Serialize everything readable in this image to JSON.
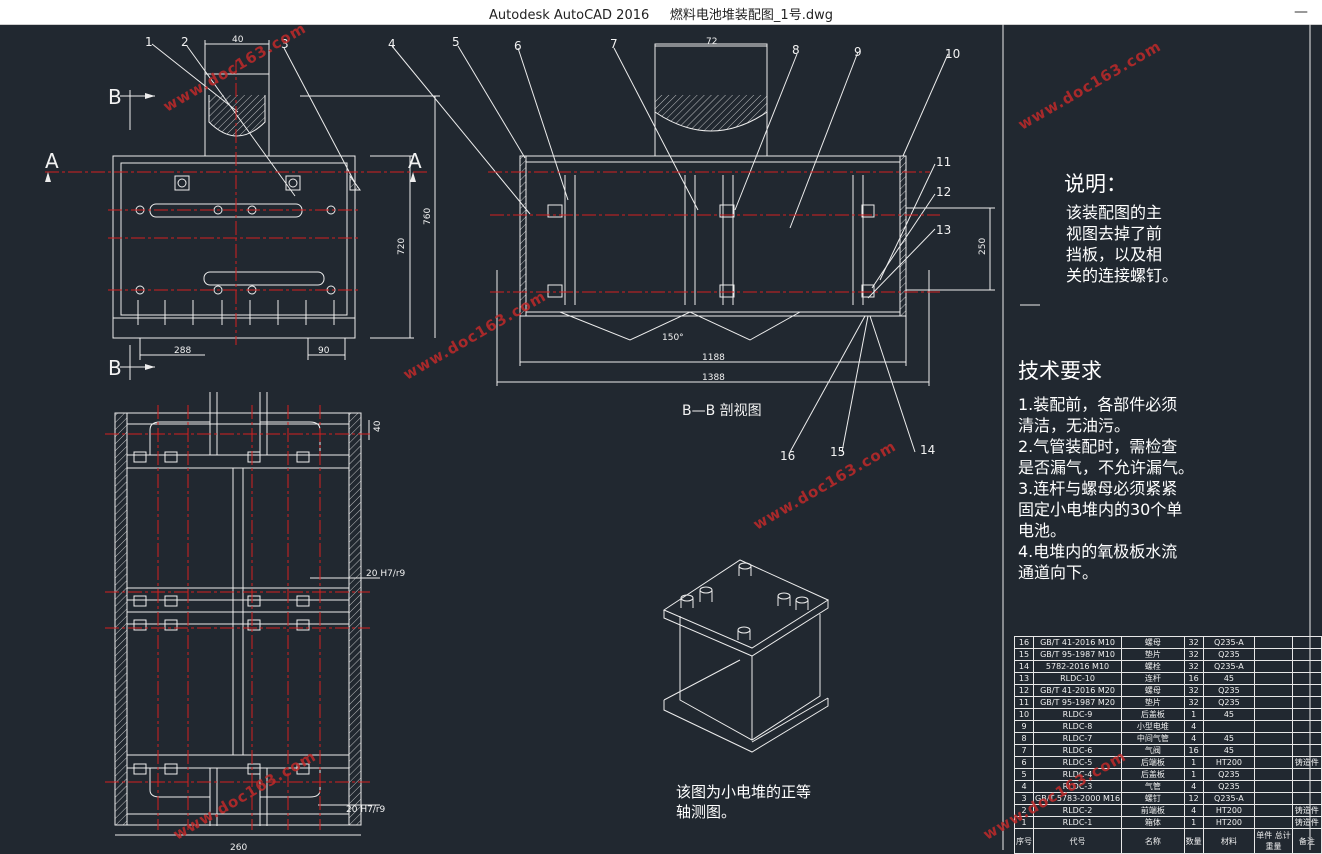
{
  "window": {
    "title": "Autodesk AutoCAD 2016     燃料电池堆装配图_1号.dwg"
  },
  "drawing": {
    "part_numbers": [
      "1",
      "2",
      "3",
      "4",
      "5",
      "6",
      "7",
      "8",
      "9",
      "10",
      "11",
      "12",
      "13",
      "14",
      "15",
      "16"
    ],
    "section_labels": {
      "b_top": "B",
      "b_bottom": "B",
      "a_left": "A",
      "a_right": "A"
    },
    "dimensions": {
      "d40": "40",
      "d760": "760",
      "d720": "720",
      "d288": "288",
      "d90": "90",
      "d72": "72",
      "d250": "250",
      "d1188": "1188",
      "d1388": "1388",
      "d150deg": "150°",
      "d40b": "40",
      "fit1": "20 H7/r9",
      "fit2": "20 H7/r9",
      "d260": "260"
    },
    "section_caption": "B—B 剖视图",
    "iso_caption": "该图为小电堆的正等\n轴测图。"
  },
  "notes": {
    "explain_title": "说明：",
    "explain_body": "该装配图的主\n视图去掉了前\n挡板，以及相\n关的连接螺钉。",
    "tech_title": "技术要求",
    "tech_body": "1.装配前，各部件必须\n清洁，无油污。\n2.气管装配时，需检查\n是否漏气，不允许漏气。\n3.连杆与螺母必须紧紧\n固定小电堆内的30个单\n电池。\n4.电堆内的氧极板水流\n通道向下。"
  },
  "watermark": "www.doc163.com",
  "bom": {
    "rows": [
      [
        "16",
        "GB/T 41-2016 M10",
        "螺母",
        "32",
        "Q235-A",
        "",
        ""
      ],
      [
        "15",
        "GB/T 95-1987 M10",
        "垫片",
        "32",
        "Q235",
        "",
        ""
      ],
      [
        "14",
        "5782-2016 M10",
        "螺栓",
        "32",
        "Q235-A",
        "",
        ""
      ],
      [
        "13",
        "RLDC-10",
        "连杆",
        "16",
        "45",
        "",
        ""
      ],
      [
        "12",
        "GB/T 41-2016 M20",
        "螺母",
        "32",
        "Q235",
        "",
        ""
      ],
      [
        "11",
        "GB/T 95-1987 M20",
        "垫片",
        "32",
        "Q235",
        "",
        ""
      ],
      [
        "10",
        "RLDC-9",
        "后盖板",
        "1",
        "45",
        "",
        ""
      ],
      [
        "9",
        "RLDC-8",
        "小型电堆",
        "4",
        "",
        "",
        ""
      ],
      [
        "8",
        "RLDC-7",
        "中间气管",
        "4",
        "45",
        "",
        ""
      ],
      [
        "7",
        "RLDC-6",
        "气阀",
        "16",
        "45",
        "",
        ""
      ],
      [
        "6",
        "RLDC-5",
        "后端板",
        "1",
        "HT200",
        "",
        "铸造件"
      ],
      [
        "5",
        "RLDC-4",
        "后盖板",
        "1",
        "Q235",
        "",
        ""
      ],
      [
        "4",
        "RLDC-3",
        "气管",
        "4",
        "Q235",
        "",
        ""
      ],
      [
        "3",
        "GB/T 5783-2000 M16",
        "螺钉",
        "12",
        "Q235-A",
        "",
        ""
      ],
      [
        "2",
        "RLDC-2",
        "前端板",
        "4",
        "HT200",
        "",
        "铸造件"
      ],
      [
        "1",
        "RLDC-1",
        "箱体",
        "1",
        "HT200",
        "",
        "铸造件"
      ]
    ],
    "header": [
      "序号",
      "代号",
      "名称",
      "数量",
      "材料",
      "单件 总计\n重量",
      "备注"
    ]
  }
}
